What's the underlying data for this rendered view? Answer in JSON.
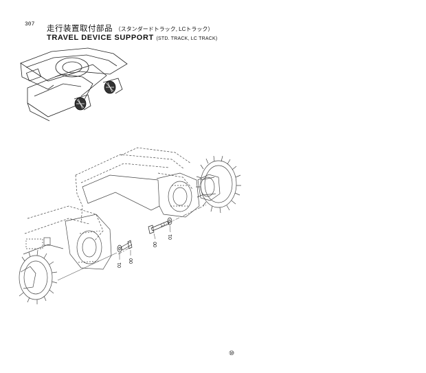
{
  "page": {
    "number": "307",
    "title_jp": "走行装置取付部品",
    "title_jp_sub": "（スタンダードトラック, LCトラック）",
    "title_en": "TRAVEL DEVICE SUPPORT",
    "title_en_sub": "(STD. TRACK, LC TRACK)",
    "footer_mark": "⑩"
  },
  "callouts": {
    "upper_bolt": "00",
    "upper_washer": "01",
    "lower_washer": "01",
    "lower_bolt": "00"
  }
}
